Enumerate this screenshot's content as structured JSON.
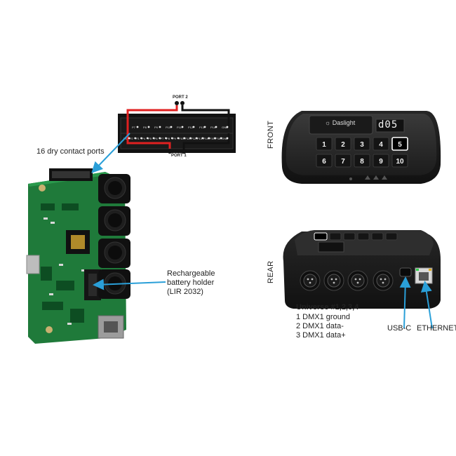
{
  "connector": {
    "port2": "PORT 2",
    "port1": "PORT 1",
    "top_pins": [
      "P7",
      "P8",
      "P9",
      "P10",
      "P11",
      "P12",
      "P13",
      "P14",
      "GND"
    ],
    "bottom_pins": [
      "P1",
      "P2",
      "P3",
      "P4",
      "P5",
      "P6",
      "P7",
      "P8",
      "P9",
      "P10",
      "P11",
      "P12",
      "P13",
      "P14",
      "P15",
      "P16",
      "GND"
    ]
  },
  "labels": {
    "dry_contacts": "16 dry contact ports",
    "battery_line1": "Rechargeable",
    "battery_line2": "battery holder",
    "battery_line3": "(LIR 2032)",
    "front": "FRONT",
    "rear": "REAR",
    "universe_title": "Universe #1,2,3,4",
    "universe_pins": [
      "1 DMX1 ground",
      "2 DMX1 data-",
      "3 DMX1 data+"
    ],
    "usbc": "USB-C",
    "ethernet": "ETHERNET"
  },
  "device": {
    "brand": "Daslight",
    "display": "d05",
    "keys": [
      "1",
      "2",
      "3",
      "4",
      "5",
      "6",
      "7",
      "8",
      "9",
      "10"
    ]
  },
  "colors": {
    "arrow": "#2a9fd8",
    "wire_red": "#e02020",
    "pcb": "#1f7a3a",
    "device": "#2b2b2b"
  }
}
